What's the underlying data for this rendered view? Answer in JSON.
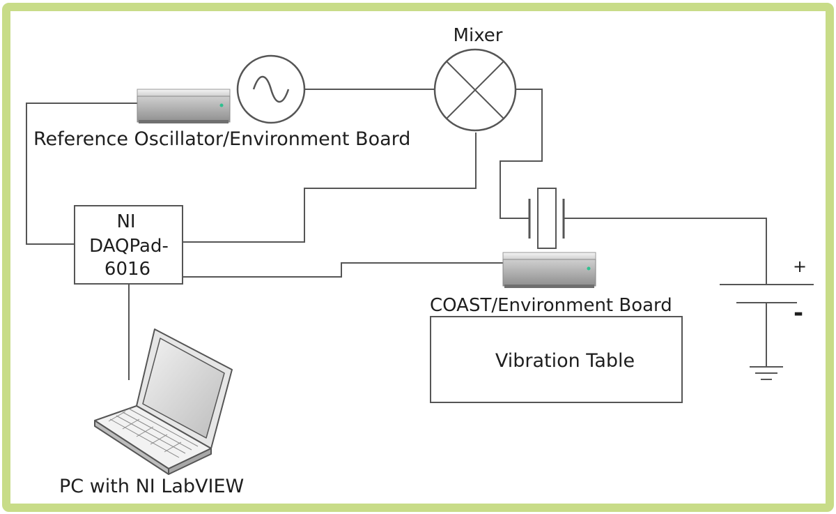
{
  "diagram": {
    "colors": {
      "border": "#c8dc88",
      "line": "#555555",
      "text": "#1e1e1e",
      "device_led": "#2ec08f"
    },
    "labels": {
      "mixer": "Mixer",
      "reference_oscillator": "Reference Oscillator/Environment Board",
      "daq_line1": "NI",
      "daq_line2": "DAQPad-",
      "daq_line3": "6016",
      "coast_board": "COAST/Environment Board",
      "vibration_table": "Vibration Table",
      "pc": "PC with NI LabVIEW",
      "battery_plus": "+",
      "battery_minus": "-"
    },
    "icons": {
      "signal_source": "sine-source-icon",
      "mixer": "mixer-icon",
      "crystal": "crystal-oscillator-icon",
      "battery": "battery-icon",
      "ground": "ground-icon",
      "laptop": "laptop-icon"
    }
  }
}
